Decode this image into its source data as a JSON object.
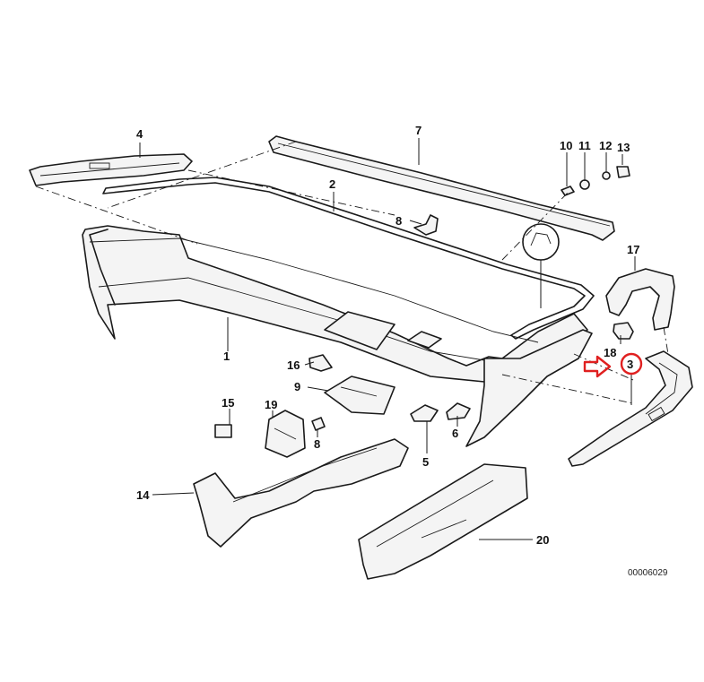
{
  "callouts": {
    "c1": "1",
    "c2": "2",
    "c3": "3",
    "c4": "4",
    "c5": "5",
    "c6": "6",
    "c7": "7",
    "c8a": "8",
    "c8b": "8",
    "c9": "9",
    "c10": "10",
    "c11": "11",
    "c12": "12",
    "c13": "13",
    "c14": "14",
    "c15": "15",
    "c16": "16",
    "c17": "17",
    "c18": "18",
    "c19": "19",
    "c20": "20"
  },
  "diagram_ref": "00006029",
  "highlighted_part": "3",
  "colors": {
    "line": "#1a1a1a",
    "highlight": "#e02020",
    "background": "#ffffff"
  }
}
